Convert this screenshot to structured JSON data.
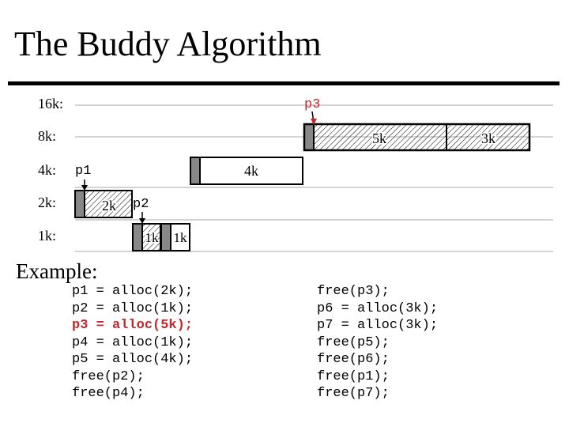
{
  "slide": {
    "title": "The Buddy Algorithm",
    "example_label": "Example:"
  },
  "diagram": {
    "levels": [
      "16k:",
      "8k:",
      "4k:",
      "2k:",
      "1k:"
    ],
    "pointers": {
      "p1": "p1",
      "p2": "p2",
      "p3": "p3"
    },
    "blocks": {
      "b8k_a": "5k",
      "b8k_b": "3k",
      "b4k": "4k",
      "b2k": "2k",
      "b1k_a": "1k",
      "b1k_b": "1k"
    },
    "colors": {
      "highlight": "#c0282d",
      "header_gray": "#888888",
      "line_gray": "#aaaaaa"
    }
  },
  "code_left": [
    {
      "text": "p1 = alloc(2k);",
      "highlight": false
    },
    {
      "text": "p2 = alloc(1k);",
      "highlight": false
    },
    {
      "text": "p3 = alloc(5k);",
      "highlight": true
    },
    {
      "text": "p4 = alloc(1k);",
      "highlight": false
    },
    {
      "text": "p5 = alloc(4k);",
      "highlight": false
    },
    {
      "text": "free(p2);",
      "highlight": false
    },
    {
      "text": "free(p4);",
      "highlight": false
    }
  ],
  "code_right": [
    {
      "text": "free(p3);",
      "highlight": false
    },
    {
      "text": "p6 = alloc(3k);",
      "highlight": false
    },
    {
      "text": "p7 = alloc(3k);",
      "highlight": false
    },
    {
      "text": "free(p5);",
      "highlight": false
    },
    {
      "text": "free(p6);",
      "highlight": false
    },
    {
      "text": "free(p1);",
      "highlight": false
    },
    {
      "text": "free(p7);",
      "highlight": false
    }
  ]
}
